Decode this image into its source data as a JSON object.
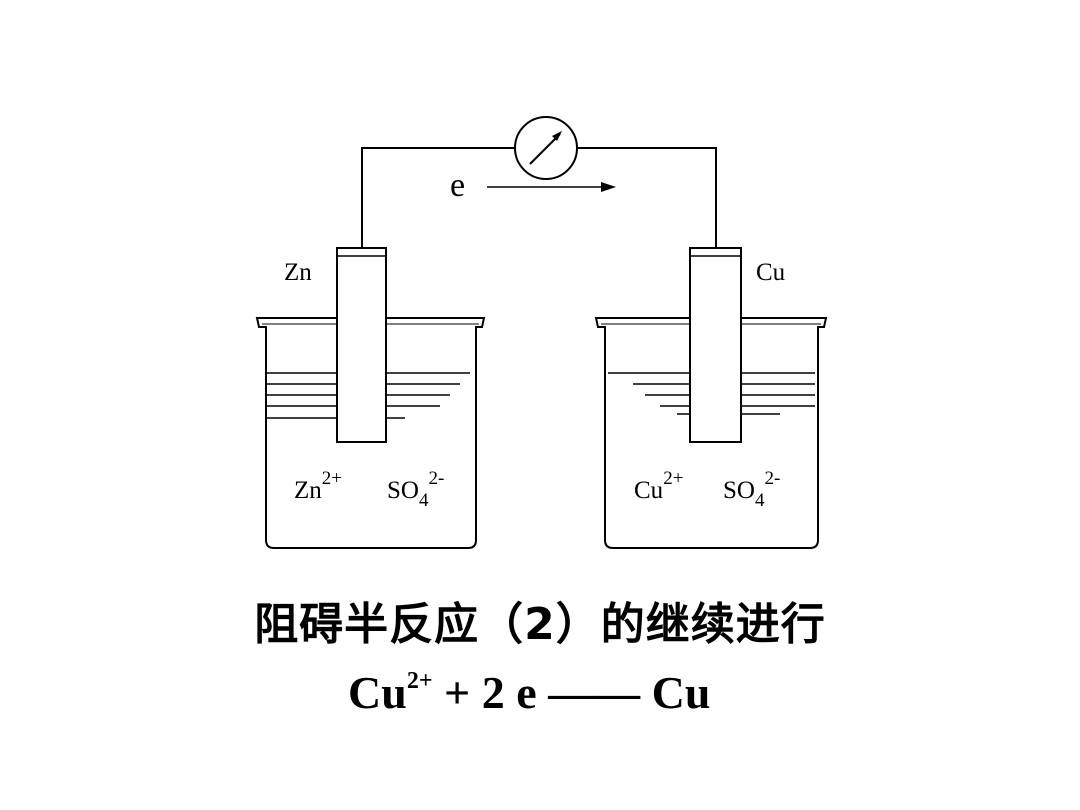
{
  "diagram": {
    "electron_label": "e",
    "left_electrode": "Zn",
    "right_electrode": "Cu",
    "left_ions": {
      "cation": "Zn",
      "cation_charge": "2+",
      "anion": "SO",
      "anion_sub": "4",
      "anion_charge": "2-"
    },
    "right_ions": {
      "cation": "Cu",
      "cation_charge": "2+",
      "anion": "SO",
      "anion_sub": "4",
      "anion_charge": "2-"
    },
    "meter_icon": "galvanometer-icon"
  },
  "caption": "阻碍半反应（2）的继续进行",
  "equation": {
    "reactant": "Cu",
    "reactant_charge": "2+",
    "plus": " +  2 e ",
    "dash": "——",
    "product": " Cu"
  }
}
